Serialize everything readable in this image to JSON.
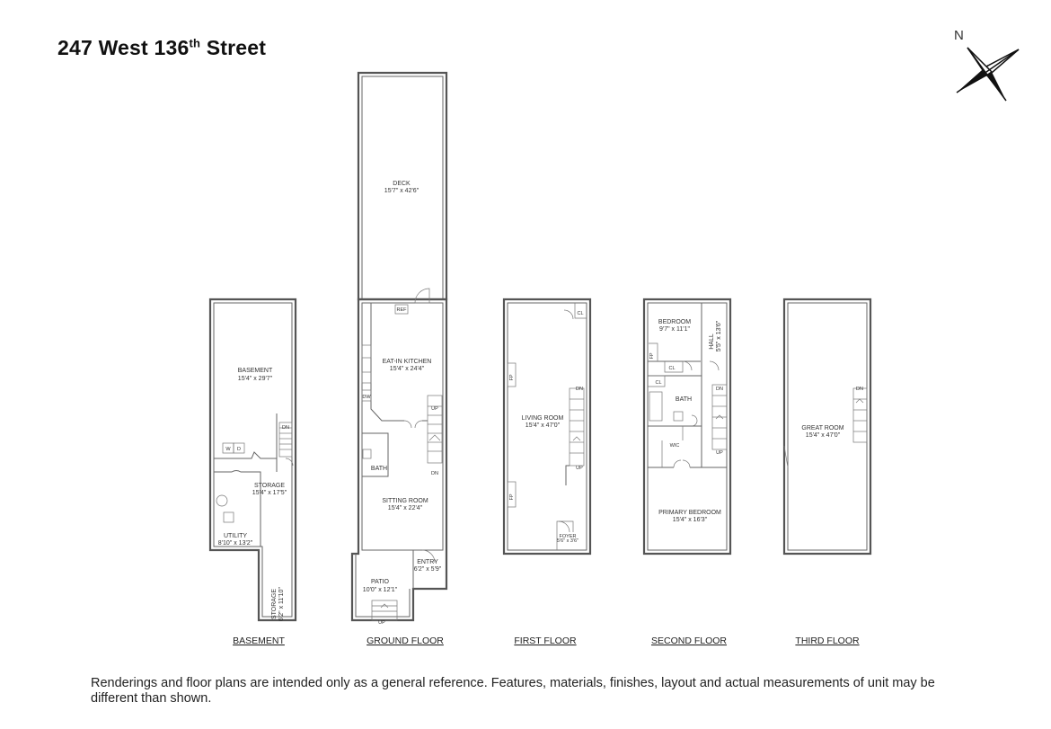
{
  "title": {
    "text": "247 West 136",
    "sup": "th",
    "suffix": " Street"
  },
  "compass": {
    "label": "N"
  },
  "floors": {
    "basement": {
      "label": "BASEMENT",
      "rooms": [
        {
          "name": "BASEMENT",
          "dims": "15'4\" x 29'7\""
        },
        {
          "name": "STORAGE",
          "dims": "15'4\" x 17'5\""
        },
        {
          "name": "UTILITY",
          "dims": "8'10\" x 13'2\""
        },
        {
          "name": "STORAGE",
          "dims": "6'2\" x 11'10\""
        }
      ],
      "fixtures": {
        "w": "W",
        "d": "D",
        "dn": "DN"
      }
    },
    "ground": {
      "label": "GROUND FLOOR",
      "rooms": [
        {
          "name": "DECK",
          "dims": "15'7\" x 42'6\""
        },
        {
          "name": "EAT-IN KITCHEN",
          "dims": "15'4\" x 24'4\""
        },
        {
          "name": "SITTING ROOM",
          "dims": "15'4\" x 22'4\""
        },
        {
          "name": "ENTRY",
          "dims": "6'2\" x 5'9\""
        },
        {
          "name": "PATIO",
          "dims": "10'0\" x 12'1\""
        },
        {
          "name": "BATH",
          "dims": ""
        }
      ],
      "fixtures": {
        "ref": "REF",
        "dw": "DW",
        "up": "UP",
        "dn": "DN",
        "up2": "UP"
      }
    },
    "first": {
      "label": "FIRST FLOOR",
      "rooms": [
        {
          "name": "LIVING ROOM",
          "dims": "15'4\" x 47'0\""
        },
        {
          "name": "FOYER",
          "dims": "5'6\" x 3'6\""
        }
      ],
      "fixtures": {
        "cl": "CL",
        "fp1": "FP",
        "fp2": "FP",
        "dn": "DN",
        "up": "UP"
      }
    },
    "second": {
      "label": "SECOND FLOOR",
      "rooms": [
        {
          "name": "BEDROOM",
          "dims": "9'7\" x 11'1\""
        },
        {
          "name": "HALL",
          "dims": "5'5\" x 13'6\""
        },
        {
          "name": "BATH",
          "dims": ""
        },
        {
          "name": "WIC",
          "dims": ""
        },
        {
          "name": "PRIMARY BEDROOM",
          "dims": "15'4\" x 16'3\""
        }
      ],
      "fixtures": {
        "cl1": "CL",
        "cl2": "CL",
        "fp": "FP",
        "dn": "DN",
        "up": "UP"
      }
    },
    "third": {
      "label": "THIRD FLOOR",
      "rooms": [
        {
          "name": "GREAT ROOM",
          "dims": "15'4\" x 47'0\""
        }
      ],
      "fixtures": {
        "dn": "DN"
      }
    }
  },
  "disclaimer": "Renderings and floor plans are intended only as a general reference. Features, materials, finishes, layout and actual measurements of unit may be different than shown."
}
